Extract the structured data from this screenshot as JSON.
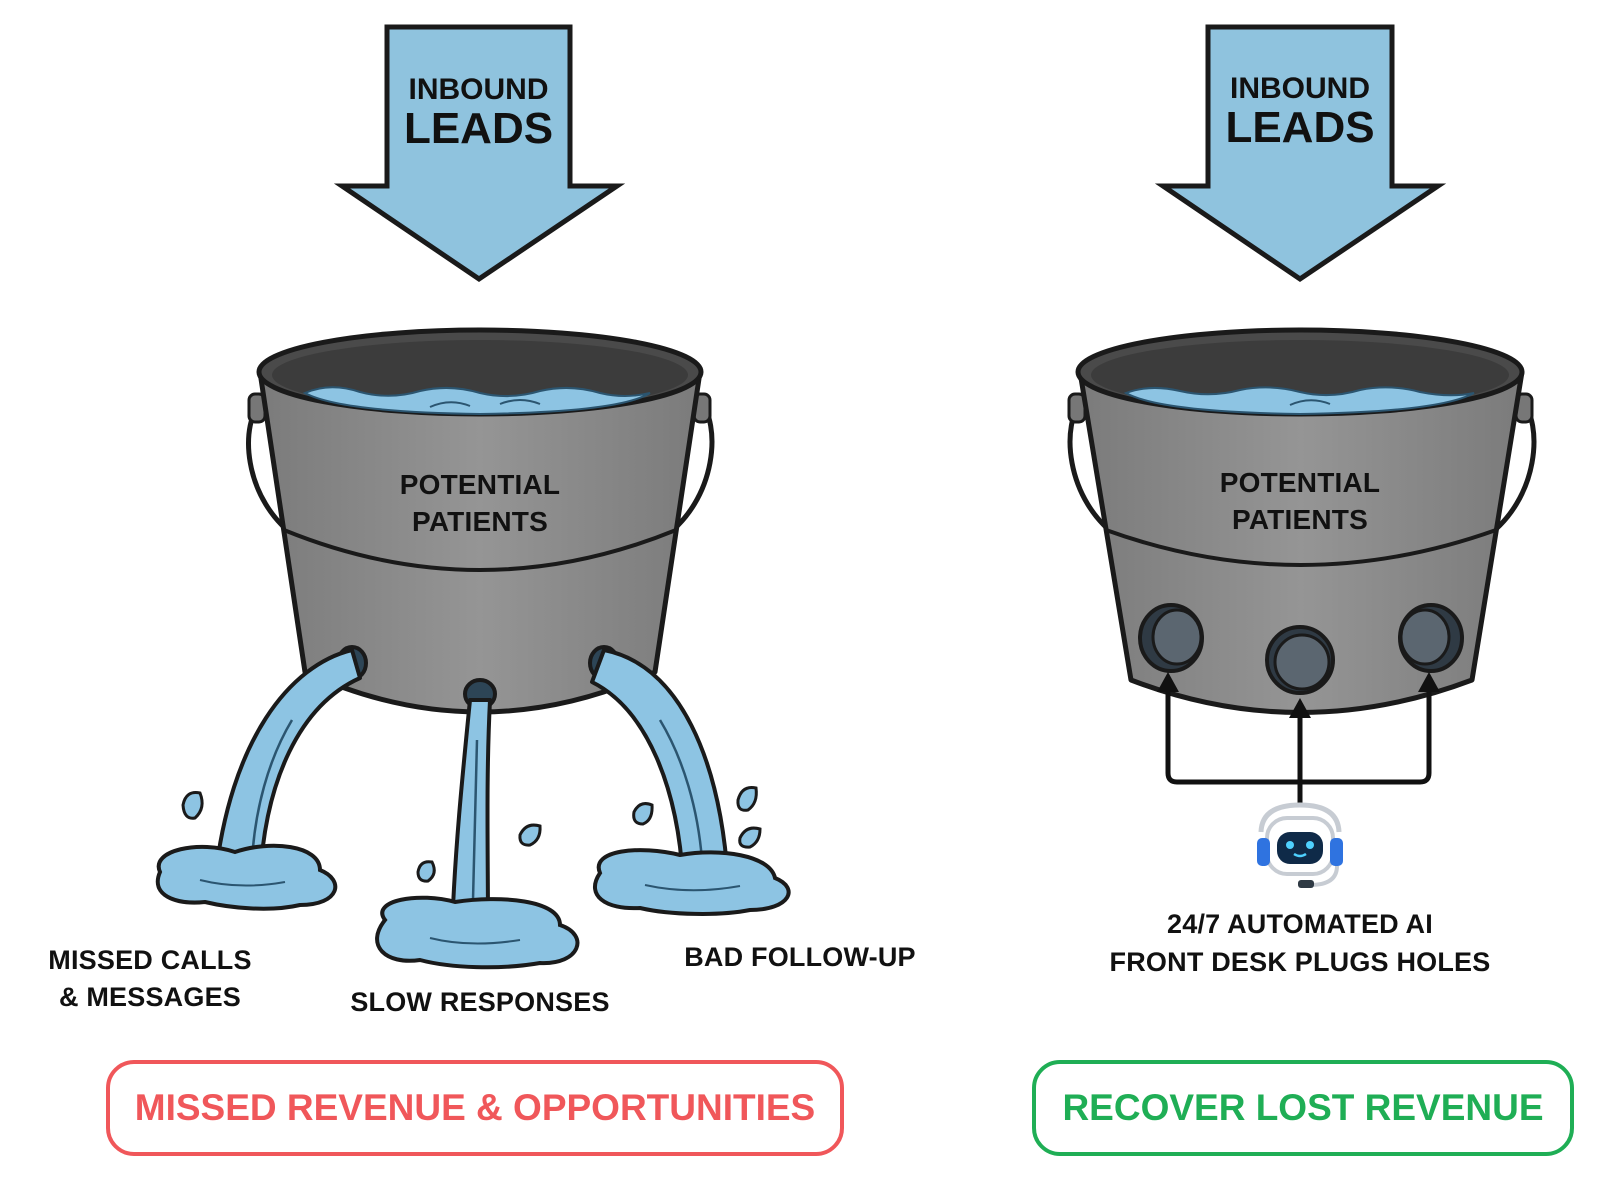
{
  "left_panel": {
    "arrow": {
      "line1": "INBOUND",
      "line2": "LEADS"
    },
    "bucket": {
      "line1": "POTENTIAL",
      "line2": "PATIENTS"
    },
    "leaks": [
      {
        "line1": "MISSED CALLS",
        "line2": "& MESSAGES"
      },
      {
        "line1": "SLOW RESPONSES"
      },
      {
        "line1": "BAD FOLLOW-UP"
      }
    ],
    "outcome": "MISSED REVENUE & OPPORTUNITIES",
    "outcome_color": "#f0575a"
  },
  "right_panel": {
    "arrow": {
      "line1": "INBOUND",
      "line2": "LEADS"
    },
    "bucket": {
      "line1": "POTENTIAL",
      "line2": "PATIENTS"
    },
    "ai_caption": {
      "line1": "24/7 AUTOMATED AI",
      "line2": "FRONT DESK PLUGS HOLES"
    },
    "ai_icon": "robot-headset-icon",
    "outcome": "RECOVER LOST REVENUE",
    "outcome_color": "#1fae55"
  },
  "colors": {
    "arrow_fill": "#8fc3de",
    "bucket_fill": "#8c8c8c",
    "water": "#8dc4e3",
    "outline": "#1a1a1a"
  }
}
